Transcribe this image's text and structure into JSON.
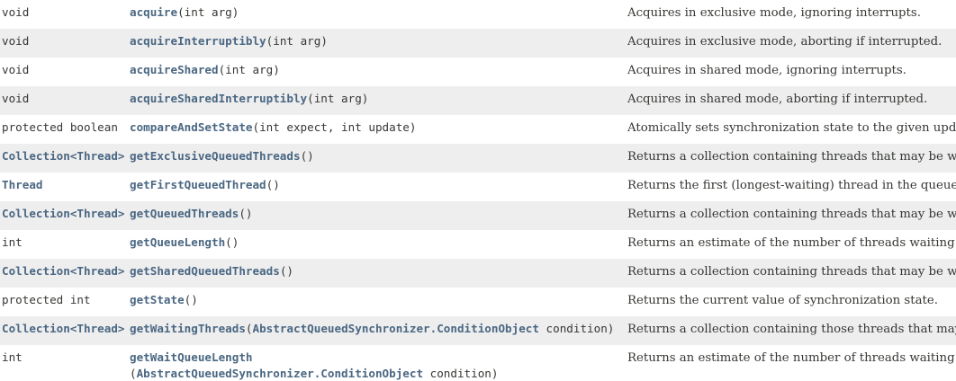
{
  "rows": [
    {
      "mod": "void",
      "name": "acquire",
      "params": "(int arg)",
      "desc": "Acquires in exclusive mode, ignoring interrupts."
    },
    {
      "mod": "void",
      "name": "acquireInterruptibly",
      "params": "(int arg)",
      "desc": "Acquires in exclusive mode, aborting if interrupted."
    },
    {
      "mod": "void",
      "name": "acquireShared",
      "params": "(int arg)",
      "desc": "Acquires in shared mode, ignoring interrupts."
    },
    {
      "mod": "void",
      "name": "acquireSharedInterruptibly",
      "params": "(int arg)",
      "desc": "Acquires in shared mode, aborting if interrupted."
    },
    {
      "mod": "protected boolean",
      "name": "compareAndSetState",
      "params": "(int expect, int update)",
      "desc": "Atomically sets synchronization state to the given update"
    },
    {
      "mod_link": "Collection",
      "mod_type": "<Thread>",
      "name": "getExclusiveQueuedThreads",
      "params": "()",
      "desc": "Returns a collection containing threads that may be waiti"
    },
    {
      "mod_link": "Thread",
      "name": "getFirstQueuedThread",
      "params": "()",
      "desc": "Returns the first (longest-waiting) thread in the queue, or"
    },
    {
      "mod_link": "Collection",
      "mod_type": "<Thread>",
      "name": "getQueuedThreads",
      "params": "()",
      "desc": "Returns a collection containing threads that may be waiti"
    },
    {
      "mod": "int",
      "name": "getQueueLength",
      "params": "()",
      "desc": "Returns an estimate of the number of threads waiting to a"
    },
    {
      "mod_link": "Collection",
      "mod_type": "<Thread>",
      "name": "getSharedQueuedThreads",
      "params": "()",
      "desc": "Returns a collection containing threads that may be waiti"
    },
    {
      "mod": "protected int",
      "name": "getState",
      "params": "()",
      "desc": "Returns the current value of synchronization state."
    },
    {
      "mod_link": "Collection",
      "mod_type": "<Thread>",
      "name": "getWaitingThreads",
      "params_open": "(",
      "param_type": "AbstractQueuedSynchronizer.ConditionObject",
      "params_close": " condition)",
      "desc": "Returns a collection containing those threads that may be"
    },
    {
      "mod": "int",
      "name": "getWaitQueueLength",
      "params_open": "(",
      "param_type": "AbstractQueuedSynchronizer.ConditionObject",
      "params_close": " condition)",
      "desc": "Returns an estimate of the number of threads waiting on"
    }
  ]
}
